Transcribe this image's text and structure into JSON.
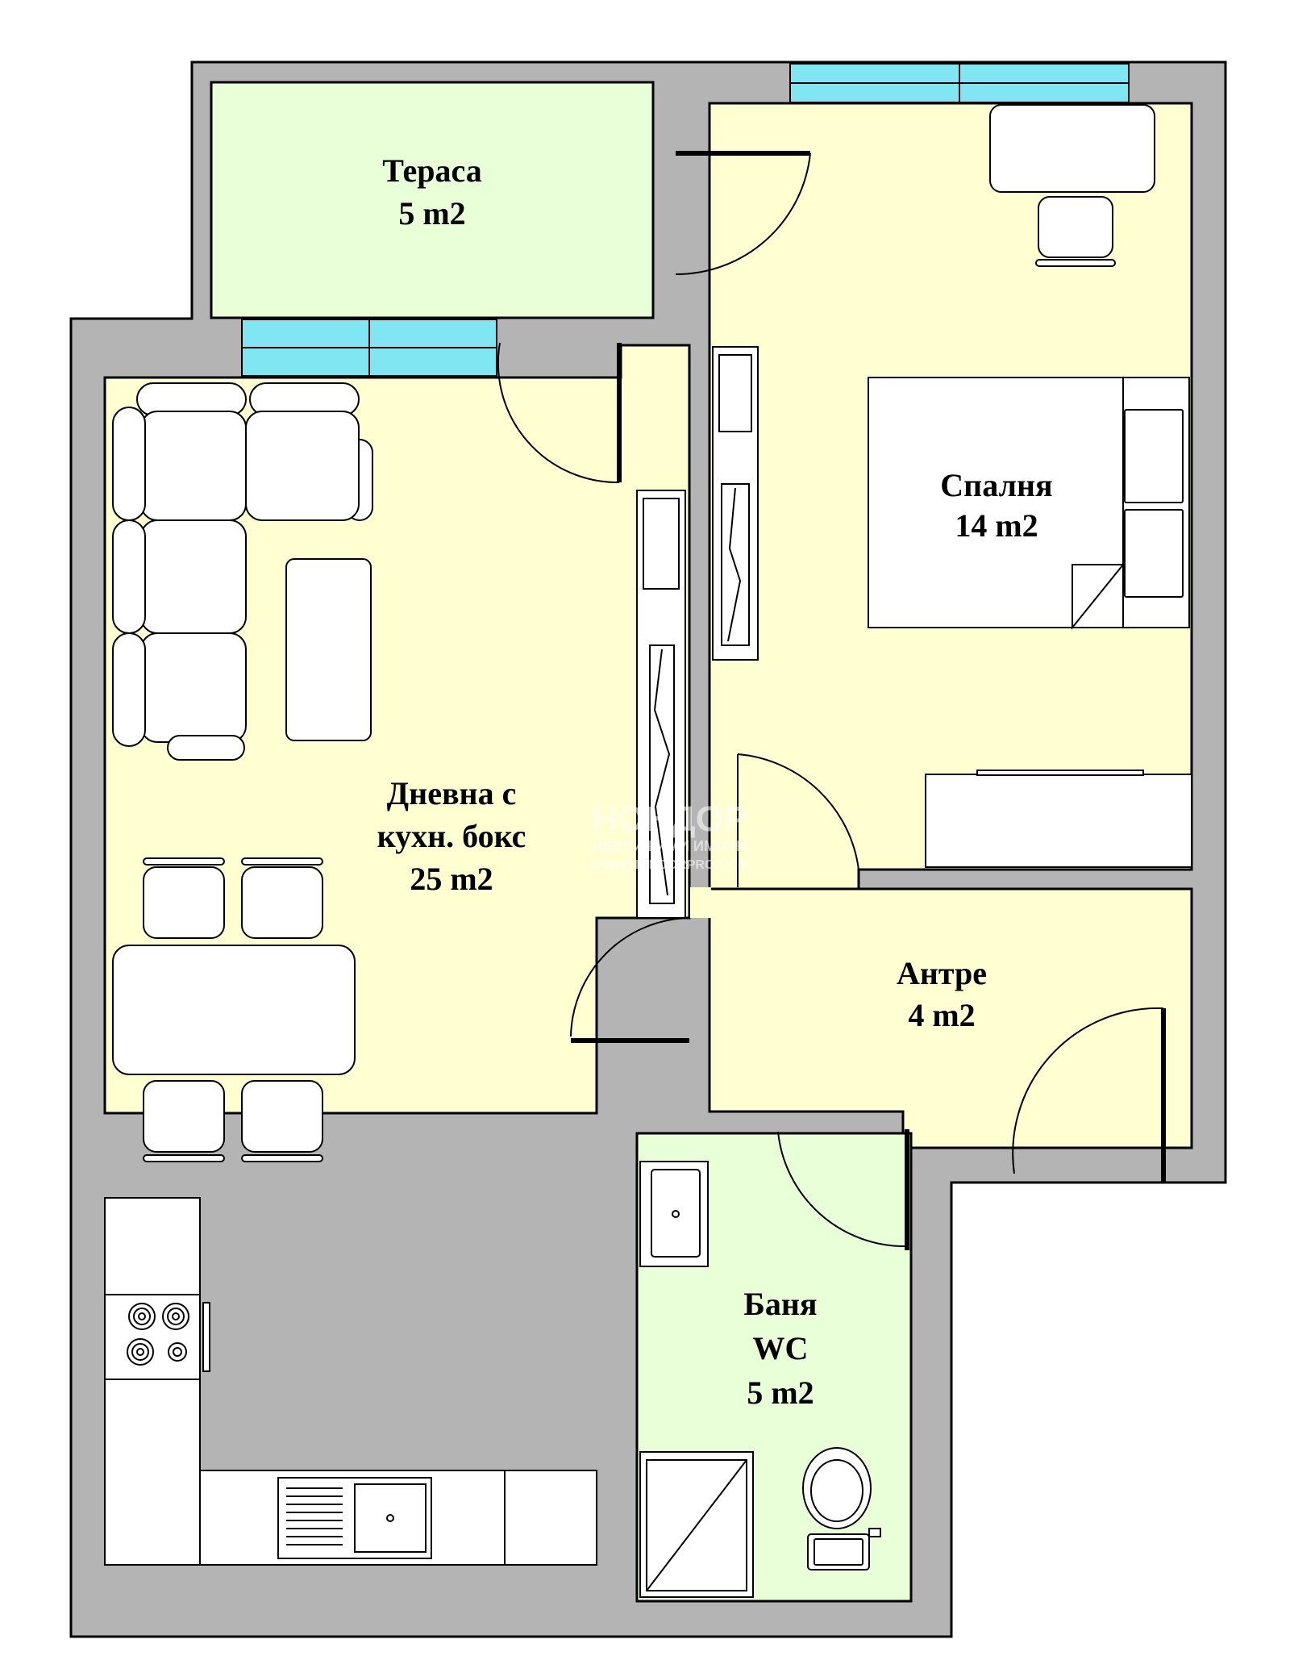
{
  "rooms": {
    "terrace": {
      "name": "Тераса",
      "area": "5 m2"
    },
    "bedroom": {
      "name": "Спалня",
      "area": "14 m2"
    },
    "living": {
      "name_line1": "Дневна с",
      "name_line2": "кухн. бокс",
      "area": "25 m2"
    },
    "hall": {
      "name": "Антре",
      "area": "4 m2"
    },
    "bathroom": {
      "name_line1": "Баня",
      "name_line2": "WC",
      "area": "5 m2"
    }
  },
  "watermark": {
    "brand": "НОНДОР",
    "tagline": "НЕДВИЖИМИ ИМОТИ",
    "site": "WWW.NONDORPRO.COM"
  },
  "colors": {
    "wall": "#b4b4b4",
    "living_fill": "#ffffd2",
    "wet_fill": "#e8ffd8",
    "window": "#7fe6f2",
    "furniture": "#ffffff"
  }
}
